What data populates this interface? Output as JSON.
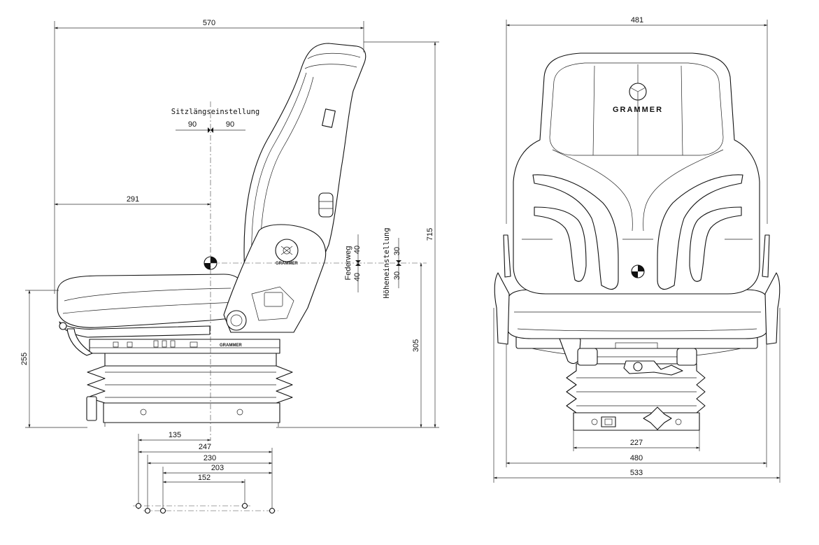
{
  "brand": "GRAMMER",
  "side_view": {
    "dim_overall_length": "570",
    "dim_cg_offset": "291",
    "dim_overall_height": "715",
    "dim_seat_height": "255",
    "dim_base_height": "305",
    "dim_mount_offset": "135",
    "mount_spacing": [
      "247",
      "230",
      "203",
      "152"
    ],
    "fore_aft_label": "Sitzlängseinstellung",
    "fore_aft_left": "90",
    "fore_aft_right": "90",
    "suspension_label": "Federweg",
    "suspension_up": "40",
    "suspension_down": "40",
    "height_adjust_label": "Höheneinstellung",
    "height_adjust_up": "30",
    "height_adjust_down": "30"
  },
  "front_view": {
    "dim_backrest_width": "481",
    "dim_base_width": "227",
    "dim_seat_width": "480",
    "dim_overall_width": "533"
  }
}
